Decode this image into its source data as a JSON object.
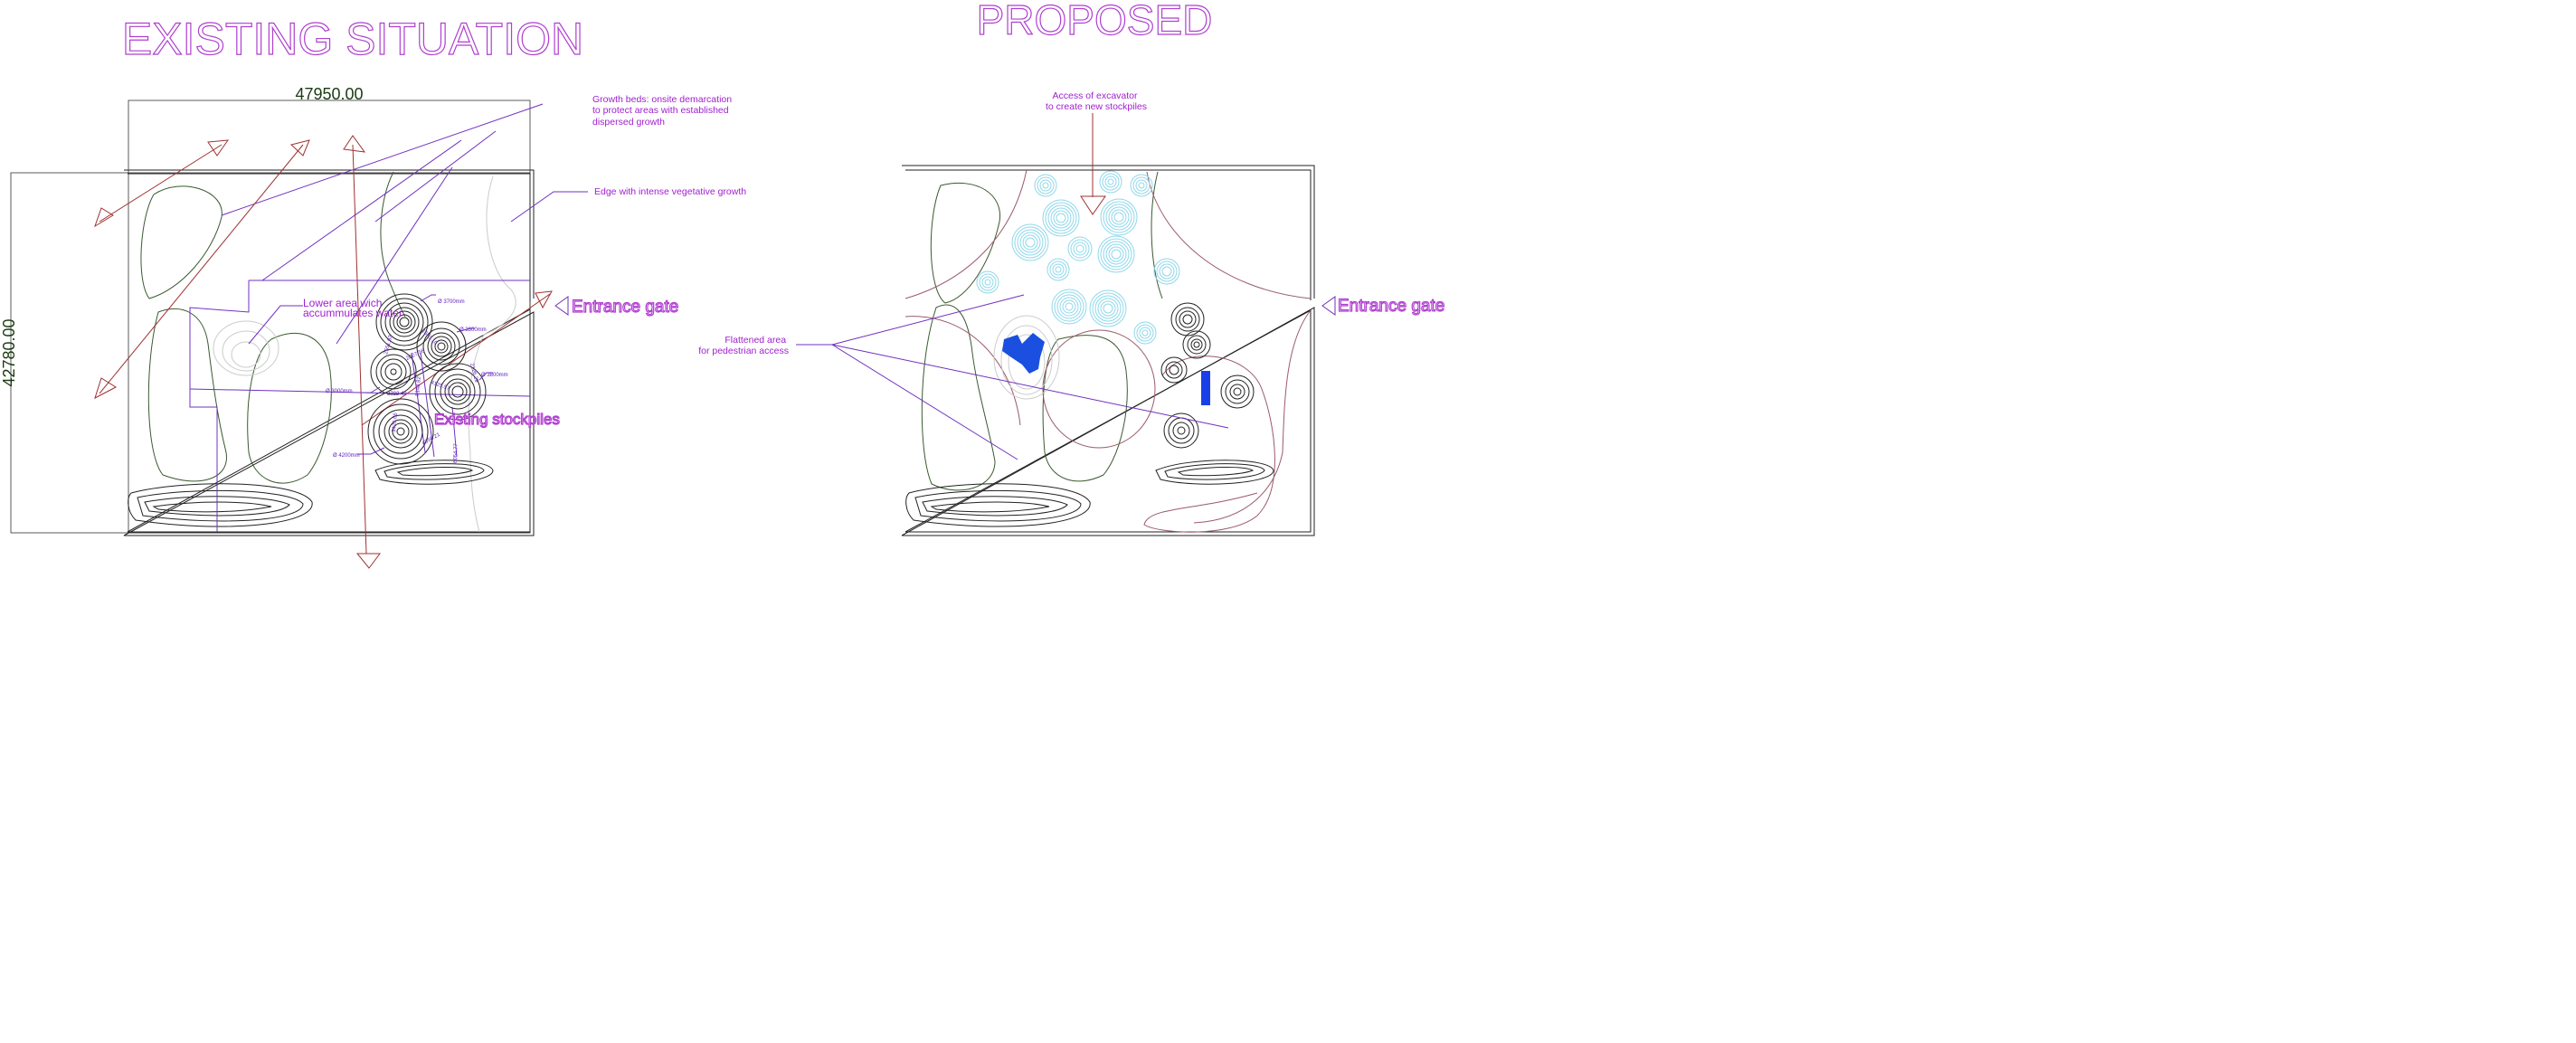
{
  "existing": {
    "title": "EXISTING SITUATION",
    "dim_width": "47950.00",
    "dim_height": "42780.00",
    "labels": {
      "growth_beds": [
        "Growth beds: onsite demarcation",
        "to protect areas with established",
        "dispersed growth"
      ],
      "edge": "Edge with intense vegetative growth",
      "lower_area": [
        "Lower area wich",
        "accummulates water"
      ],
      "entrance": "Entrance gate",
      "stockpiles": "Existing stockpiles"
    },
    "stockpiles": [
      {
        "diameter_label": "Ø 3700mm"
      },
      {
        "diameter_label": "Ø 3300mm"
      },
      {
        "diameter_label": "Ø 3000mm"
      },
      {
        "diameter_label": "Ø 3800mm"
      },
      {
        "diameter_label": "Ø 4200mm"
      }
    ],
    "distances": [
      "1673.10",
      "2551.63",
      "2027.56",
      "2126.29",
      "8148.82",
      "4125.57",
      "3702.48",
      "3426.66",
      "4056.21",
      "6054.77"
    ]
  },
  "proposed": {
    "title": "PROPOSED",
    "labels": {
      "excavator": [
        "Access of excavator",
        "to create new stockpiles"
      ],
      "flattened": [
        "Flattened area",
        "for pedestrian access"
      ],
      "entrance": "Entrance gate"
    }
  },
  "colors": {
    "title": "#b040d0",
    "annotation": "#a020d0",
    "dimension": "#6020c0",
    "arrow": "#a03030",
    "new_stockpile": "#8fd8ea",
    "water": "#1a4fe0"
  }
}
